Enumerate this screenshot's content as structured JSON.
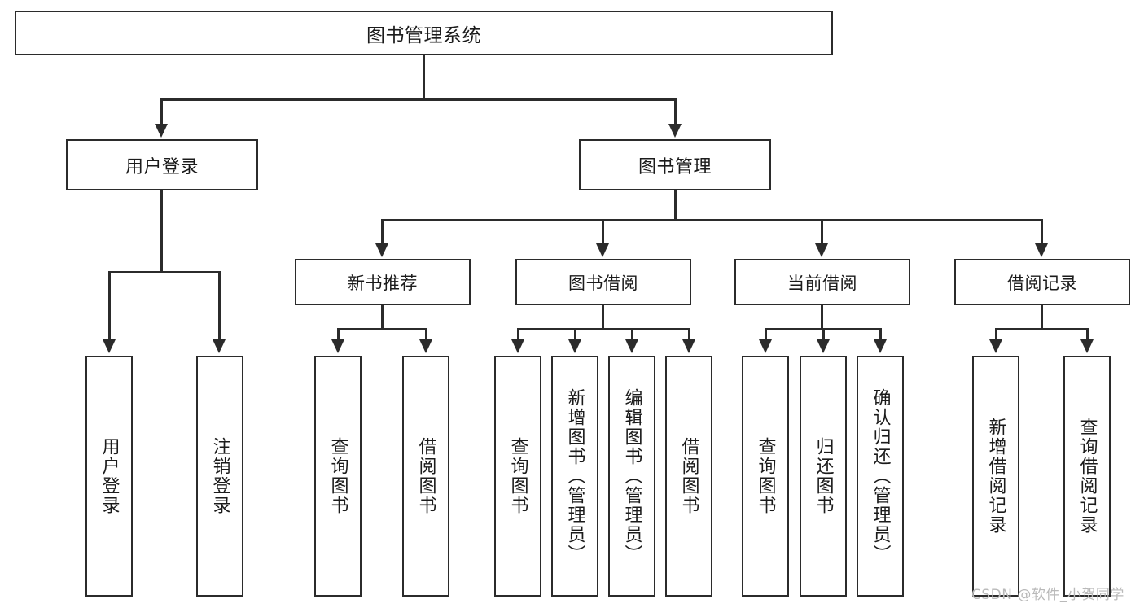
{
  "diagram": {
    "title": "图书管理系统",
    "type": "hierarchy-tree",
    "root": {
      "label": "图书管理系统"
    },
    "level1": [
      {
        "label": "用户登录"
      },
      {
        "label": "图书管理"
      }
    ],
    "level2": [
      {
        "label": "新书推荐"
      },
      {
        "label": "图书借阅"
      },
      {
        "label": "当前借阅"
      },
      {
        "label": "借阅记录"
      }
    ],
    "leaves": {
      "user_login": [
        {
          "label": "用户登录"
        },
        {
          "label": "注销登录"
        }
      ],
      "new_book_recommend": [
        {
          "label": "查询图书"
        },
        {
          "label": "借阅图书"
        }
      ],
      "book_borrow": [
        {
          "label": "查询图书"
        },
        {
          "label": "新增图书（管理员）"
        },
        {
          "label": "编辑图书（管理员）"
        },
        {
          "label": "借阅图书"
        }
      ],
      "current_borrow": [
        {
          "label": "查询图书"
        },
        {
          "label": "归还图书"
        },
        {
          "label": "确认归还（管理员）"
        }
      ],
      "borrow_record": [
        {
          "label": "新增借阅记录"
        },
        {
          "label": "查询借阅记录"
        }
      ]
    }
  },
  "watermark": {
    "text": "CSDN @软件_小贺同学"
  },
  "colors": {
    "stroke": "#2b2b2b",
    "background": "#ffffff",
    "text": "#1b1b1b",
    "watermark": "#b9b9b9"
  }
}
